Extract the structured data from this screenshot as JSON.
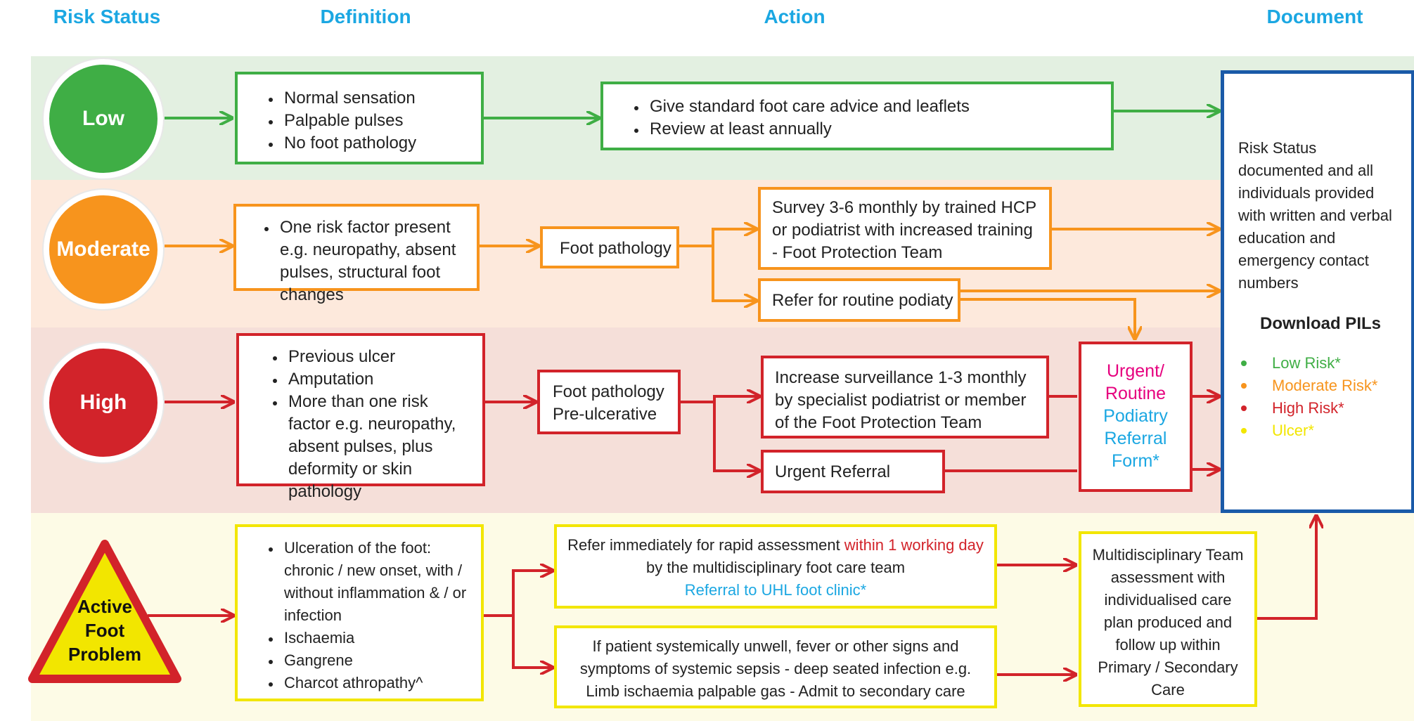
{
  "headers": {
    "risk_status": "Risk Status",
    "definition": "Definition",
    "action": "Action",
    "document": "Document"
  },
  "colors": {
    "header_blue": "#1ba7e2",
    "green": "#3fae45",
    "orange": "#f7941d",
    "red": "#d2232a",
    "yellow": "#f2e600",
    "doc_border": "#1a5aa8",
    "magenta": "#e6007e"
  },
  "low": {
    "label": "Low",
    "definition": [
      "Normal sensation",
      "Palpable pulses",
      "No foot pathology"
    ],
    "action": [
      "Give standard foot care advice and leaflets",
      "Review at least annually"
    ]
  },
  "moderate": {
    "label": "Moderate",
    "definition": [
      "One risk factor present e.g. neuropathy, absent pulses, structural foot changes"
    ],
    "pathology": "Foot pathology",
    "survey": "Survey 3-6 monthly by trained HCP or podiatrist with increased training - Foot Protection Team",
    "refer": "Refer for routine podiaty"
  },
  "high": {
    "label": "High",
    "definition": [
      "Previous ulcer",
      "Amputation",
      "More than one risk factor e.g. neuropathy, absent pulses, plus deformity or skin pathology"
    ],
    "pathology_1": "Foot pathology",
    "pathology_2": "Pre-ulcerative",
    "surveillance": "Increase surveillance 1-3 monthly by specialist podiatrist or member of the Foot Protection Team",
    "urgent": "Urgent Referral",
    "form_urgent": "Urgent/",
    "form_routine": "Routine",
    "form_rest": "Podiatry Referral Form*"
  },
  "active": {
    "label_1": "Active",
    "label_2": "Foot",
    "label_3": "Problem",
    "definition": [
      "Ulceration of the foot: chronic / new onset, with / without inflammation & / or infection",
      "Ischaemia",
      "Gangrene",
      "Charcot athropathy^"
    ],
    "refer_pre": "Refer immediately for rapid assessment ",
    "refer_red": "within 1 working day",
    "refer_post": " by the multidisciplinary foot care team",
    "refer_link": "Referral to UHL foot clinic*",
    "unwell": "If patient systemically unwell, fever or other signs and symptoms of systemic sepsis - deep seated infection e.g. Limb ischaemia palpable gas - Admit to secondary care",
    "mdt": "Multidisciplinary Team assessment with individualised care plan produced and follow up within Primary / Secondary Care"
  },
  "document": {
    "text": "Risk Status documented and all individuals provided with written and verbal education and emergency contact numbers",
    "download": "Download PILs",
    "pils": [
      {
        "label": "Low Risk*",
        "color": "#3fae45"
      },
      {
        "label": "Moderate Risk*",
        "color": "#f7941d"
      },
      {
        "label": "High Risk*",
        "color": "#d2232a"
      },
      {
        "label": "Ulcer*",
        "color": "#f2e600"
      }
    ]
  }
}
